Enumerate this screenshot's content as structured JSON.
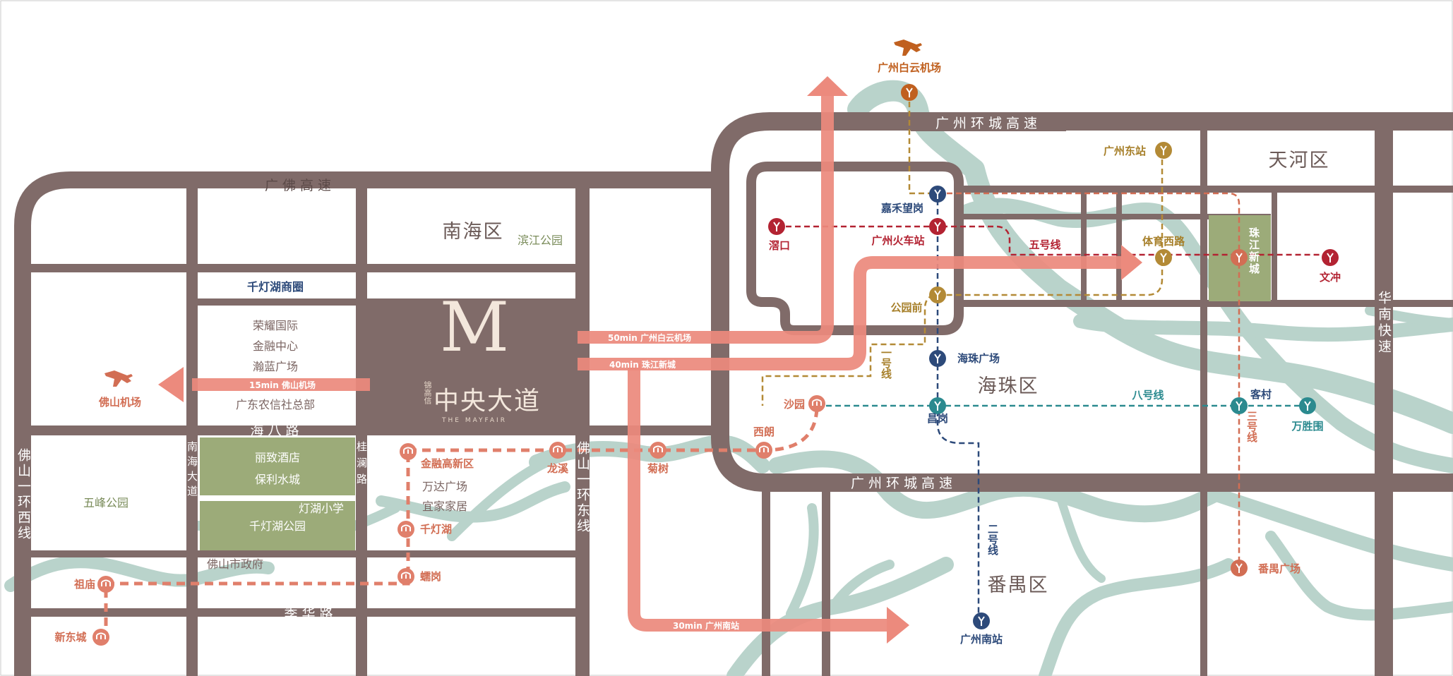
{
  "districts": {
    "nanhai": "南海区",
    "haizhu": "海珠区",
    "tianhe": "天河区",
    "panyu": "番禺区"
  },
  "roads": {
    "guangfo": "广佛高速",
    "guangzhou_ring_top": "广州环城高速",
    "guangzhou_ring_bottom": "广州环城高速",
    "haiba": "海八路",
    "jihua": "季华路",
    "foshan_west": "佛山一环西线",
    "foshan_east": "佛山一环东线",
    "nanhai_ave": "南海大道",
    "guilan": "桂澜路",
    "huanan": "华南快速"
  },
  "places": {
    "qiandenghu_shangquan": "千灯湖商圈",
    "rongyao": "荣耀国际",
    "jinrong_center": "金融中心",
    "hanlan": "瀚蓝广场",
    "nongxin": "广东农信社总部",
    "lizhi": "丽致酒店",
    "baoli": "保利水城",
    "denghu_school": "灯湖小学",
    "qiandenghu_park": "千灯湖公园",
    "binjiang_park": "滨江公园",
    "wufeng_park": "五峰公园",
    "foshan_gov": "佛山市政府",
    "wanda": "万达广场",
    "yijia": "宜家家居",
    "zhujiang_newtown": "珠江新城"
  },
  "logo": {
    "brand_small": "锦高信",
    "name": "中央大道",
    "english": "THE MAYFAIR",
    "letter": "M"
  },
  "routes": {
    "foshan_airport": "15min 佛山机场",
    "baiyun_airport": "50min 广州白云机场",
    "zhujiang": "40min 珠江新城",
    "south_station": "30min 广州南站"
  },
  "airports": {
    "foshan": "佛山机场",
    "baiyun": "广州白云机场"
  },
  "foshan_metro": {
    "jinrong_gaoxinqu": "金融高新区",
    "longxi": "龙溪",
    "jushu": "菊树",
    "xilang": "西朗",
    "shayuan": "沙园",
    "qiandenghu": "千灯湖",
    "leigang": "蠕岗",
    "zumiao": "祖庙",
    "xindongcheng": "新东城"
  },
  "gz_metro": {
    "jiahe_wanggang": "嘉禾望岗",
    "xikou": "滘口",
    "gz_train_station": "广州火车站",
    "tiyu_xilu": "体育西路",
    "wenchong": "文冲",
    "gz_east": "广州东站",
    "gongyuanqian": "公园前",
    "haizhu_square": "海珠广场",
    "changgang": "昌岗",
    "kecun": "客村",
    "wanshengwei": "万胜围",
    "panyu_square": "番禺广场",
    "gz_south": "广州南站"
  },
  "metro_lines": {
    "line5": "五号线",
    "line1": "一号线",
    "line8": "八号线",
    "line3": "三号线",
    "line2": "二号线"
  },
  "colors": {
    "road": "#806b69",
    "river": "#b9d3cb",
    "route": "#ec8a7d",
    "park": "#9cab79"
  }
}
